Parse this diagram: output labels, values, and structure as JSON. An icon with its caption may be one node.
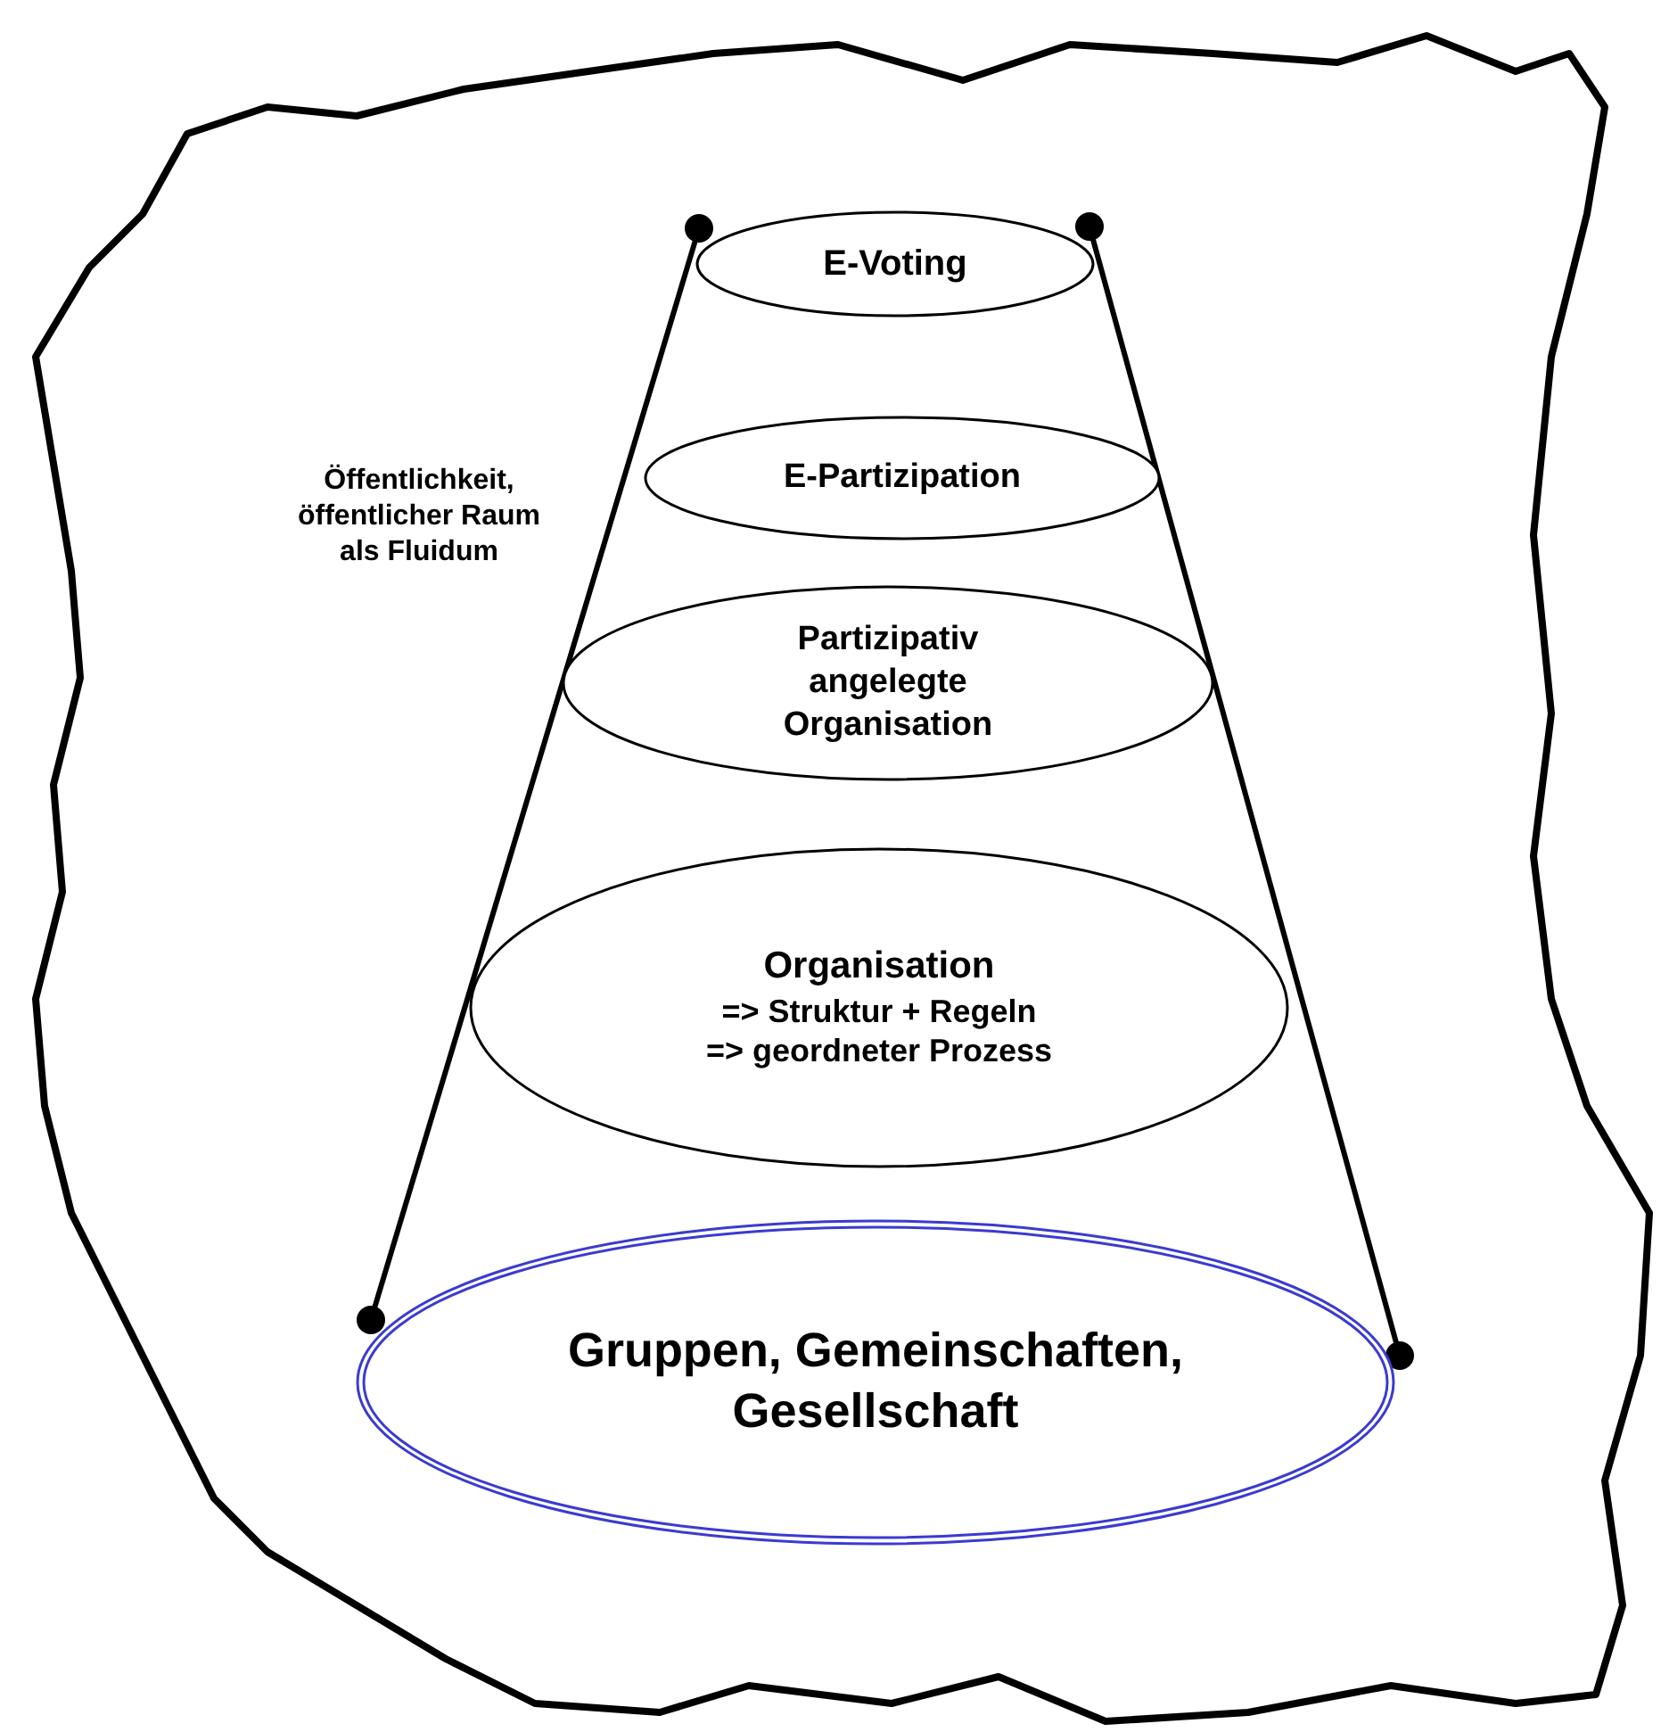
{
  "diagram": {
    "nodes": [
      {
        "text": [
          "Öffentlichkeit, öffentlicher Raum als Fluidum"
        ]
      },
      {
        "text": [
          "E-Voting"
        ],
        "in": 0
      },
      {
        "text": [
          "E-Partizipation"
        ],
        "in": 0
      },
      {
        "text": [
          "Partizipativ angelegte Organisation"
        ],
        "in": 0
      },
      {
        "text": [
          "Organisation",
          "=> Struktur + Regeln",
          "=> geordneter Prozess"
        ],
        "in": 0
      },
      {
        "text": [
          "Gruppen, Gemeinschaften, Gesellschaft"
        ],
        "in": 0
      }
    ],
    "edges": []
  }
}
